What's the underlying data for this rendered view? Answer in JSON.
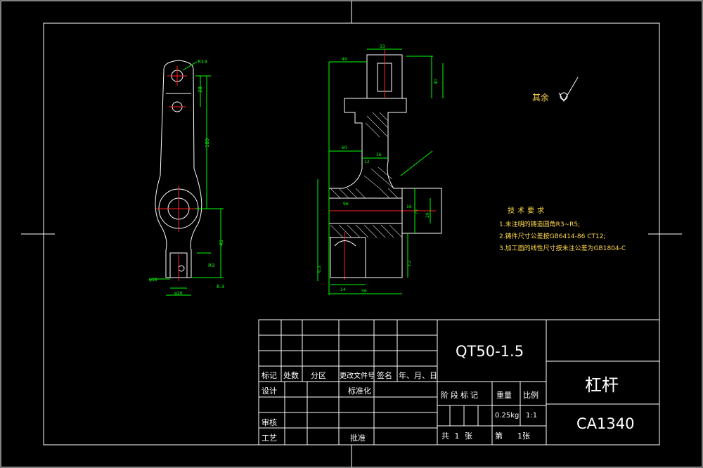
{
  "surface_note": {
    "label": "其余"
  },
  "technical_requirements": {
    "heading": "技术要求",
    "items": [
      "1.未注明的铸造圆角R3~R5;",
      "2.铸件尺寸公差按GB6414-86 CT12;",
      "3.加工面的线性尺寸按未注公差为GB1804-C"
    ]
  },
  "title_block": {
    "material": "QT50-1.5",
    "part_name": "杠杆",
    "drawing_number": "CA1340",
    "header_row": [
      "标记",
      "处数",
      "分区",
      "更改文件号",
      "签名",
      "年、月、日"
    ],
    "design_label": "设计",
    "standardization_label": "标准化",
    "check_label": "审核",
    "process_label": "工艺",
    "approve_label": "批准",
    "stage_label": "阶段标记",
    "weight_label": "重量",
    "scale_label": "比例",
    "weight_value": "0.25kg",
    "scale_value": "1:1",
    "total_sheets": "共 1 张",
    "sheet_label": "第",
    "sheet_number": "1张"
  },
  "dimensions": {
    "left_view": [
      "R13",
      "38",
      "189",
      "45",
      "R3",
      "φ16",
      "φ26",
      "6.3"
    ],
    "section_view": [
      "49",
      "33",
      "16",
      "60",
      "40",
      "14",
      "56",
      "16",
      "29",
      "12",
      "6.3",
      "3.2",
      "96",
      "71"
    ]
  },
  "colors": {
    "background": "#000000",
    "frame": "#ffffff",
    "dimension": "#00ff00",
    "centerline": "#ff2020",
    "annotation": "#ffd84a"
  }
}
